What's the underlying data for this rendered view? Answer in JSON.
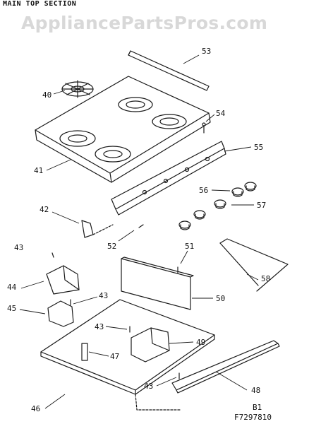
{
  "header": {
    "title": "MAIN TOP SECTION",
    "watermark": "AppliancePartsPros.com"
  },
  "callouts": [
    "53",
    "40",
    "54",
    "55",
    "41",
    "56",
    "57",
    "42",
    "52",
    "51",
    "43",
    "58",
    "44",
    "43",
    "50",
    "45",
    "43",
    "49",
    "47",
    "48",
    "43",
    "46"
  ],
  "footer": {
    "sheet": "B1",
    "part_number": "F7297810"
  },
  "colors": {
    "line": "#1a1a1a",
    "watermark": "#d8d8d8",
    "background": "#ffffff"
  }
}
